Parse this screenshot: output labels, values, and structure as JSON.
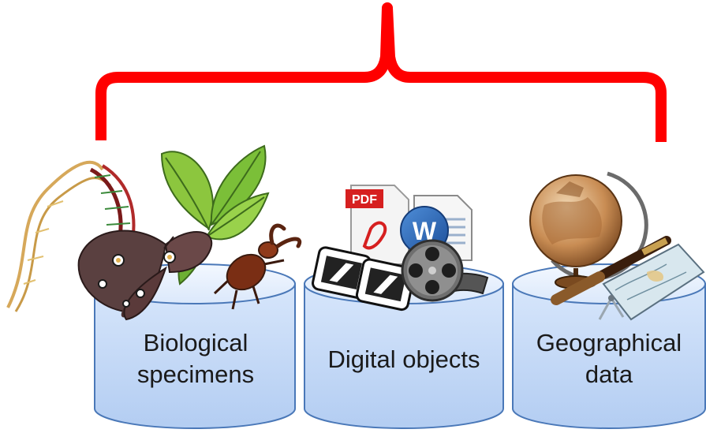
{
  "bracket": {
    "color": "#ff0000"
  },
  "databases": [
    {
      "label": "Biological\nspecimens",
      "icons": [
        "dna-helix-icon",
        "butterfly-icon",
        "leaf-icon",
        "beetle-icon"
      ]
    },
    {
      "label": "Digital objects",
      "icons": [
        "pdf-file-icon",
        "word-document-icon",
        "slides-icon",
        "film-reel-icon"
      ]
    },
    {
      "label": "Geographical\ndata",
      "icons": [
        "globe-icon",
        "map-icon",
        "telescope-icon",
        "compass-icon"
      ]
    }
  ],
  "pdf_icon_text": "PDF",
  "word_icon_text": "W"
}
